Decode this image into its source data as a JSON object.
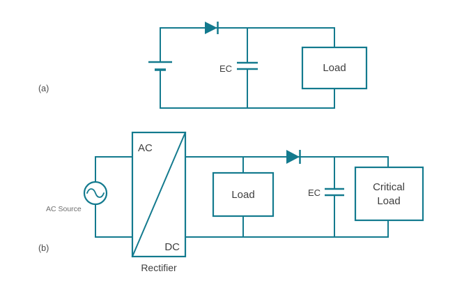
{
  "page": {
    "background": "#ffffff"
  },
  "colors": {
    "wire": "#137a8e",
    "component_fill": "#ffffff",
    "label_text": "#3d3d3d",
    "muted_text": "#6d6d6d"
  },
  "diagram": {
    "circuit_a": {
      "figure_label": "(a)",
      "capacitor_label": "EC",
      "load_label": "Load"
    },
    "circuit_b": {
      "figure_label": "(b)",
      "source_label": "AC Source",
      "rectifier_input_label": "AC",
      "rectifier_output_label": "DC",
      "rectifier_caption": "Rectifier",
      "load_label": "Load",
      "capacitor_label": "EC",
      "critical_load_line1": "Critical",
      "critical_load_line2": "Load"
    }
  }
}
